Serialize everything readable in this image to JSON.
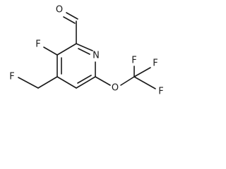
{
  "molecule": {
    "atoms": {
      "aldehyde_oxygen": "O",
      "ring_fluorine": "F",
      "ring_nitrogen": "N",
      "fluoromethyl_fluorine": "F",
      "ether_oxygen": "O",
      "cf3_fluorine_top_left": "F",
      "cf3_fluorine_top_right": "F",
      "cf3_fluorine_right": "F"
    }
  }
}
